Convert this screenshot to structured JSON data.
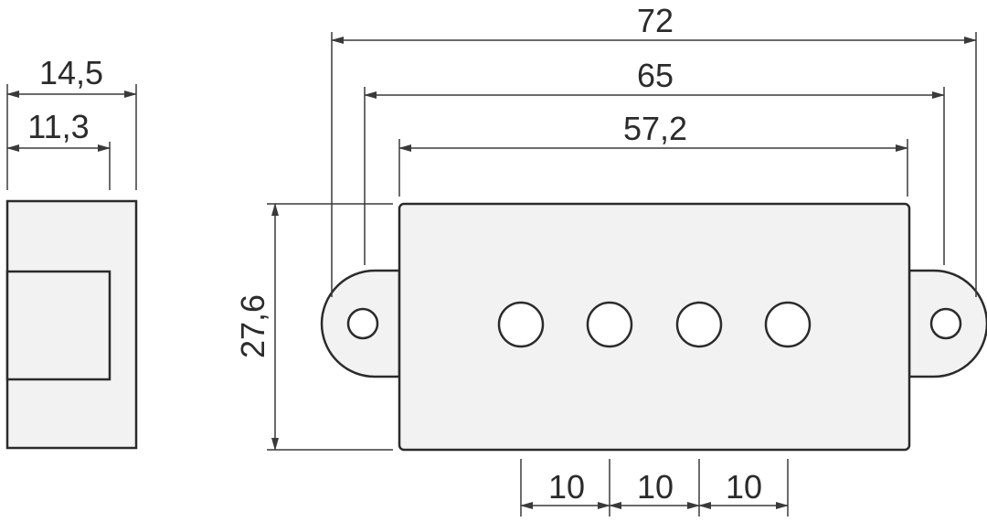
{
  "side_view": {
    "outer_width_label": "14,5",
    "inner_width_label": "11,3"
  },
  "top_view": {
    "overall_length_label": "72",
    "mounting_holes_label": "65",
    "body_length_label": "57,2",
    "height_label": "27,6",
    "pole_spacing_labels": [
      "10",
      "10",
      "10"
    ]
  },
  "colors": {
    "stroke": "#2b2b2b",
    "fill": "#f2f2f2",
    "background": "#ffffff"
  }
}
